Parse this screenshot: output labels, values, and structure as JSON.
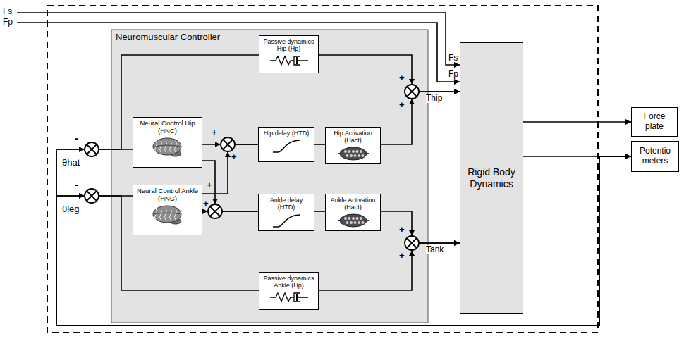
{
  "diagram": {
    "nodes": [
      {
        "text": [
          "Neuromuscular Controller"
        ]
      },
      {
        "text": [
          "Passive dynamics Hip (Hp)"
        ],
        "in": 0
      },
      {
        "text": [
          "Neural Control Hip (HNC)"
        ],
        "in": 0
      },
      {
        "text": [
          "Hip delay (HTD)"
        ],
        "in": 0
      },
      {
        "text": [
          "Hip Activation (Hact)"
        ],
        "in": 0
      },
      {
        "text": [
          "Neural Control Ankle (HNC)"
        ],
        "in": 0
      },
      {
        "text": [
          "Ankle delay (HTD)"
        ],
        "in": 0
      },
      {
        "text": [
          "Ankle Activation (Hact)"
        ],
        "in": 0
      },
      {
        "text": [
          "Passive dynamics Ankle (Hp)"
        ],
        "in": 0
      },
      {
        "text": [
          "Rigid Body Dynamics"
        ]
      },
      {
        "text": [
          "Force plate"
        ]
      },
      {
        "text": [
          "Potentio meters"
        ]
      }
    ],
    "edges": [
      {
        "from": 2,
        "to": 3,
        "arrow": "none"
      },
      {
        "from": 2,
        "to": 6,
        "arrow": "none"
      },
      {
        "from": 5,
        "to": 3,
        "arrow": "none"
      },
      {
        "from": 5,
        "to": 6,
        "arrow": "none"
      },
      {
        "from": 3,
        "to": 4,
        "arrow": "none"
      },
      {
        "from": 6,
        "to": 7,
        "arrow": "none"
      },
      {
        "from": 4,
        "to": 9,
        "label": "Thip",
        "arrow": "to"
      },
      {
        "from": 1,
        "to": 9,
        "arrow": "to"
      },
      {
        "from": 7,
        "to": 9,
        "label": "Tank",
        "arrow": "to"
      },
      {
        "from": 8,
        "to": 9,
        "arrow": "to"
      },
      {
        "from": 9,
        "to": 10,
        "arrow": "to"
      },
      {
        "from": 9,
        "to": 11,
        "arrow": "to"
      },
      {
        "from": 11,
        "to": 2,
        "arrow": "none"
      },
      {
        "from": 11,
        "to": 1,
        "arrow": "none"
      },
      {
        "from": 11,
        "to": 5,
        "arrow": "none"
      },
      {
        "from": 11,
        "to": 8,
        "arrow": "none"
      }
    ],
    "labels": [
      "Fs",
      "Fp",
      "Fs",
      "Fp",
      "θhat",
      "θleg",
      "-",
      "-",
      "+",
      "+",
      "+",
      "+",
      "+",
      "+",
      "+",
      "+"
    ]
  }
}
